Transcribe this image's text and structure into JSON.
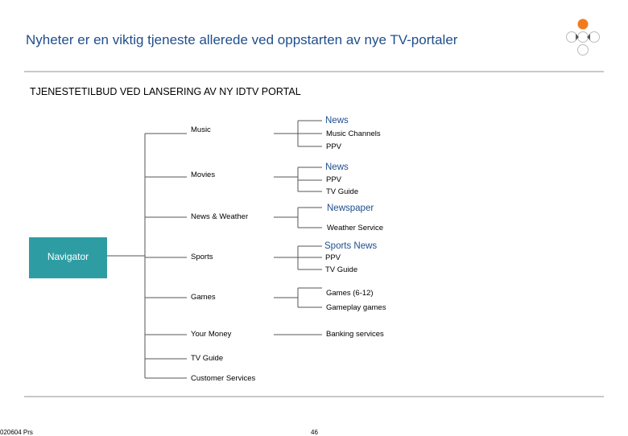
{
  "header": {
    "title": "Nyheter er en viktig tjeneste allerede ved oppstarten av nye TV-portaler",
    "subtitle": "TJENESTETILBUD VED LANSERING AV NY IDTV PORTAL"
  },
  "tree": {
    "root": "Navigator",
    "categories": [
      {
        "label": "Music",
        "services": [
          "News",
          "Music Channels",
          "PPV"
        ]
      },
      {
        "label": "Movies",
        "services": [
          "News",
          "PPV",
          "TV Guide"
        ]
      },
      {
        "label": "News & Weather",
        "services": [
          "Newspaper",
          "Weather Service"
        ]
      },
      {
        "label": "Sports",
        "services": [
          "Sports News",
          "PPV",
          "TV Guide"
        ]
      },
      {
        "label": "Games",
        "services": [
          "Games (6-12)",
          "Gameplay games"
        ]
      },
      {
        "label": "Your Money",
        "services": [
          "Banking services"
        ]
      },
      {
        "label": "TV Guide",
        "services": []
      },
      {
        "label": "Customer Services",
        "services": []
      }
    ]
  },
  "footer": {
    "left": "020604 Prs",
    "page": "46"
  },
  "colors": {
    "title": "#1f4e8c",
    "navigator": "#2e9da3",
    "logo_accent": "#f07c1e"
  }
}
